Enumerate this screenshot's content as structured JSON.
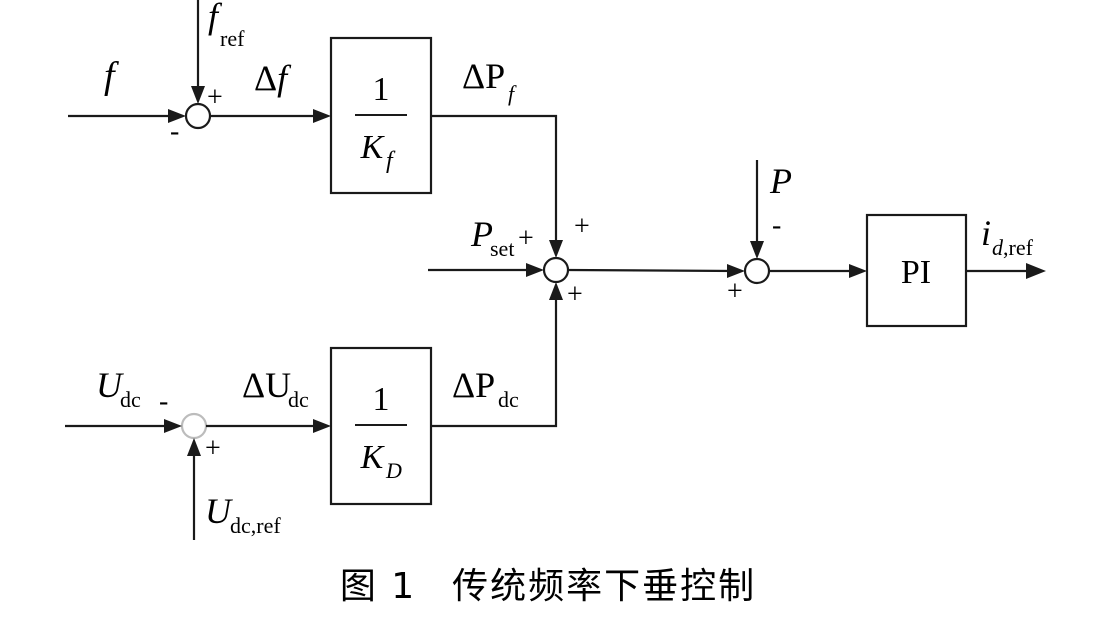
{
  "labels": {
    "f_in": "f",
    "f_ref_main": "f",
    "f_ref_sub": "ref",
    "delta_f_delta": "Δ",
    "delta_f_var": "f",
    "delta_pf_delta": "ΔP",
    "delta_pf_sub": "f",
    "p_set_main": "P",
    "p_set_sub": "set",
    "p_in": "P",
    "i_out_main": "i",
    "i_out_sub_d": "d",
    "i_out_sub_ref": ",ref",
    "udc_main": "U",
    "udc_sub": "dc",
    "delta_udc_main": "ΔU",
    "delta_udc_sub": "dc",
    "delta_pdc_main": "ΔP",
    "delta_pdc_sub": "dc",
    "udc_ref_main": "U",
    "udc_ref_sub": "dc,ref"
  },
  "blocks": {
    "kf": {
      "numerator": "1",
      "denominator_main": "K",
      "denominator_sub": "f"
    },
    "kd": {
      "numerator": "1",
      "denominator_main": "K",
      "denominator_sub": "D"
    },
    "pi": {
      "label": "PI"
    }
  },
  "signs": {
    "sum1_top": "+",
    "sum1_left": "-",
    "sum2_left": "-",
    "sum2_bottom": "+",
    "sum3_left": "+",
    "sum3_top": "+",
    "sum3_bottom": "+",
    "sum4_top": "-",
    "sum4_left": "+"
  },
  "caption": {
    "figure": "图 1",
    "title": "传统频率下垂控制"
  }
}
